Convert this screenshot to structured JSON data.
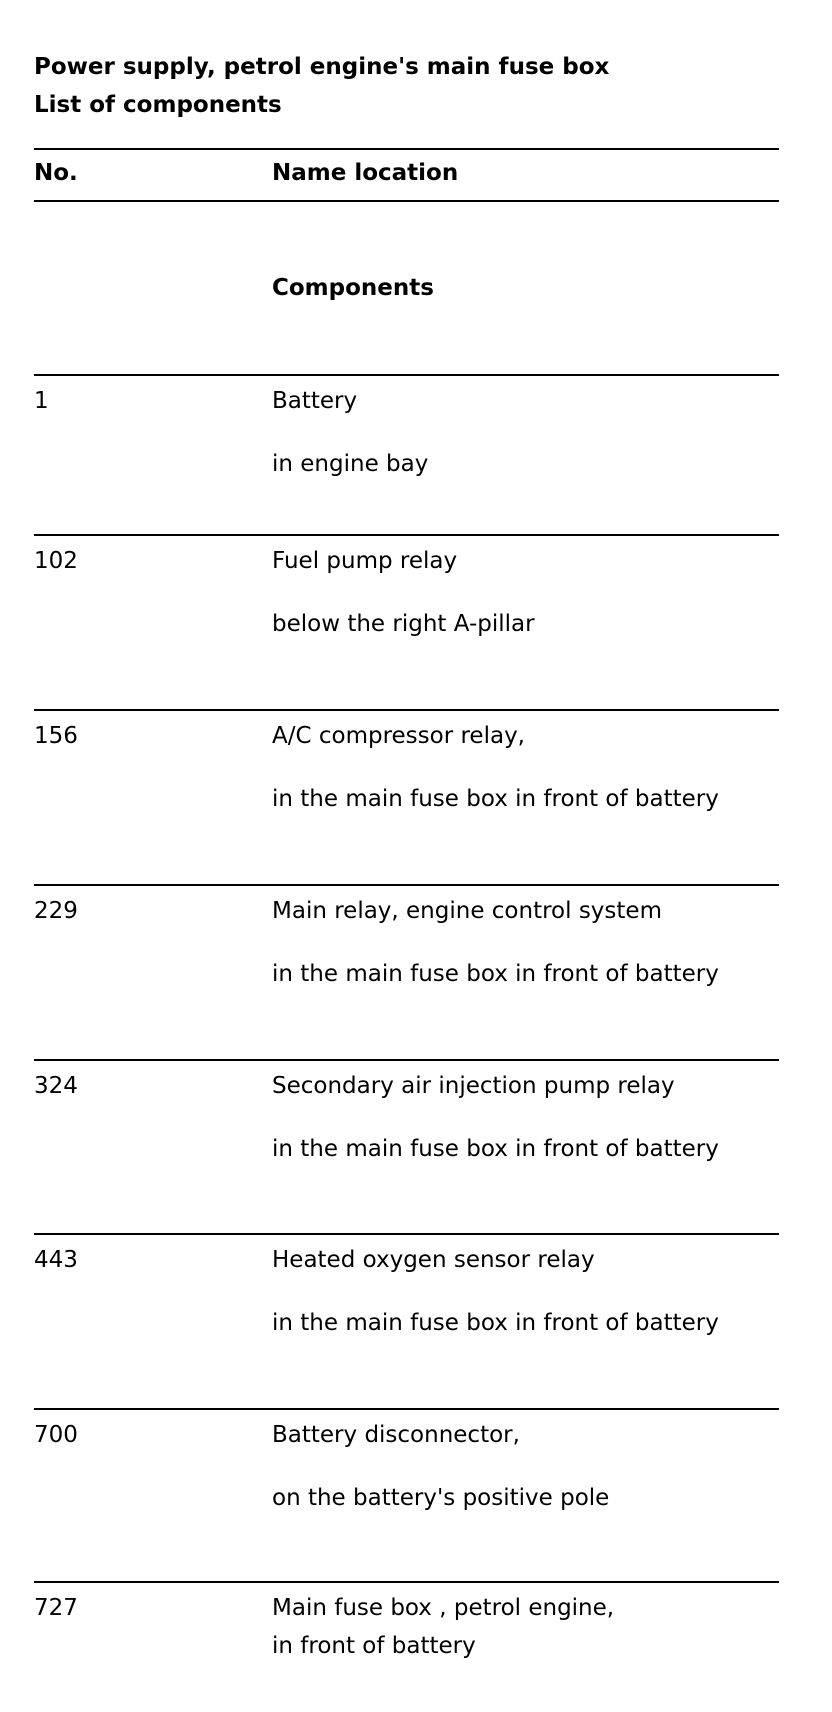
{
  "title_line1": "Power supply, petrol engine's main fuse box",
  "title_line2": "List of components",
  "table": {
    "header": {
      "no": "No.",
      "name_location": "Name location"
    },
    "section_label": "Components",
    "rows": [
      {
        "no": "1",
        "name": "Battery",
        "location": "in engine bay"
      },
      {
        "no": "102",
        "name": "Fuel pump relay",
        "location": "below the right A-pillar"
      },
      {
        "no": "156",
        "name": "A/C compressor relay,",
        "location": "in the main fuse box in front of battery"
      },
      {
        "no": "229",
        "name": "Main relay, engine control system",
        "location": "in the main fuse box in front of battery"
      },
      {
        "no": "324",
        "name": "Secondary air injection pump relay",
        "location": "in the main fuse box in front of battery"
      },
      {
        "no": "443",
        "name": "Heated oxygen sensor relay",
        "location": "in the main fuse box in front of battery"
      },
      {
        "no": "700",
        "name": "Battery disconnector,",
        "location": "on the battery's positive pole"
      },
      {
        "no": "727",
        "name": "Main fuse box , petrol engine,",
        "location": "in front of battery"
      }
    ]
  }
}
